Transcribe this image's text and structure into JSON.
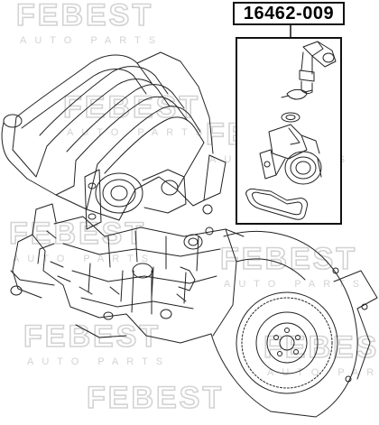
{
  "part_number": "16462-009",
  "watermark": {
    "brand": "FEBEST",
    "tagline": "AUTO PARTS",
    "color": "#d9d9d9"
  },
  "colors": {
    "line": "#222222",
    "frame": "#111111",
    "background": "#ffffff"
  }
}
